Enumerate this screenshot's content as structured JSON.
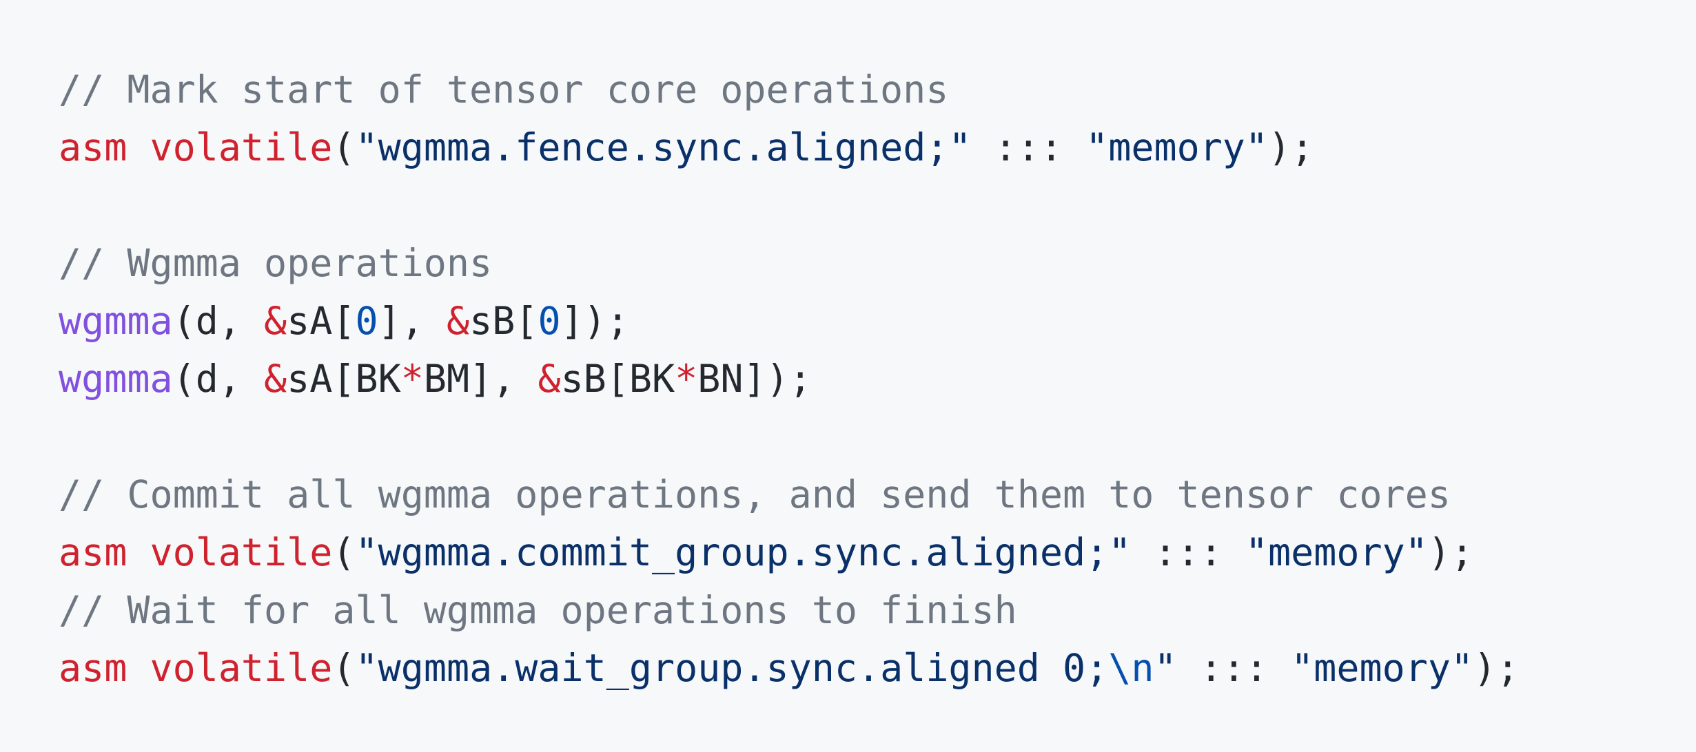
{
  "colors": {
    "background": "#f6f8fa",
    "comment": "#6e7781",
    "keyword": "#cf222e",
    "function": "#8250df",
    "string": "#0a3069",
    "number": "#0550ae",
    "plain": "#24292f"
  },
  "code": {
    "l1": {
      "comment": "// Mark start of tensor core operations"
    },
    "l2": {
      "kw_asm": "asm",
      "sp": " ",
      "kw_volatile": "volatile",
      "paren_open": "(",
      "str1": "\"wgmma.fence.sync.aligned;\"",
      "colons": " ::: ",
      "str2": "\"memory\"",
      "end": ");"
    },
    "l4": {
      "comment": "// Wgmma operations"
    },
    "l5": {
      "fn": "wgmma",
      "p1": "(d, ",
      "amp1": "&",
      "p2": "sA[",
      "n1": "0",
      "p3": "], ",
      "amp2": "&",
      "p4": "sB[",
      "n2": "0",
      "p5": "]);"
    },
    "l6": {
      "fn": "wgmma",
      "p1": "(d, ",
      "amp1": "&",
      "p2": "sA[BK",
      "star1": "*",
      "p3": "BM], ",
      "amp2": "&",
      "p4": "sB[BK",
      "star2": "*",
      "p5": "BN]);"
    },
    "l8": {
      "comment": "// Commit all wgmma operations, and send them to tensor cores"
    },
    "l9": {
      "kw_asm": "asm",
      "sp": " ",
      "kw_volatile": "volatile",
      "paren_open": "(",
      "str1": "\"wgmma.commit_group.sync.aligned;\"",
      "colons": " ::: ",
      "str2": "\"memory\"",
      "end": ");"
    },
    "l10": {
      "comment": "// Wait for all wgmma operations to finish"
    },
    "l11": {
      "kw_asm": "asm",
      "sp": " ",
      "kw_volatile": "volatile",
      "paren_open": "(",
      "str1a": "\"wgmma.wait_group.sync.aligned 0;",
      "esc": "\\n",
      "str1b": "\"",
      "colons": " ::: ",
      "str2": "\"memory\"",
      "end": ");"
    }
  }
}
